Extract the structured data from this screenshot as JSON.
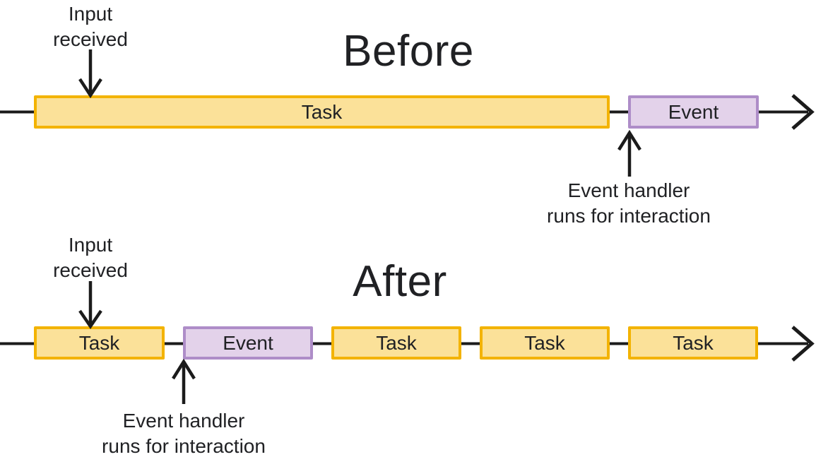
{
  "diagram": {
    "background": "#ffffff",
    "colors": {
      "task_fill": "#FBE199",
      "task_border": "#F3B300",
      "event_fill": "#E3D2EA",
      "event_border": "#AE8DC8",
      "arrow": "#1B1B1B",
      "text": "#202124"
    },
    "before": {
      "title": "Before",
      "input_annotation": "Input\nreceived",
      "handler_annotation": "Event handler\nruns for interaction",
      "boxes": [
        {
          "type": "task",
          "label": "Task"
        },
        {
          "type": "event",
          "label": "Event"
        }
      ]
    },
    "after": {
      "title": "After",
      "input_annotation": "Input\nreceived",
      "handler_annotation": "Event handler\nruns for interaction",
      "boxes": [
        {
          "type": "task",
          "label": "Task"
        },
        {
          "type": "event",
          "label": "Event"
        },
        {
          "type": "task",
          "label": "Task"
        },
        {
          "type": "task",
          "label": "Task"
        },
        {
          "type": "task",
          "label": "Task"
        }
      ]
    }
  }
}
